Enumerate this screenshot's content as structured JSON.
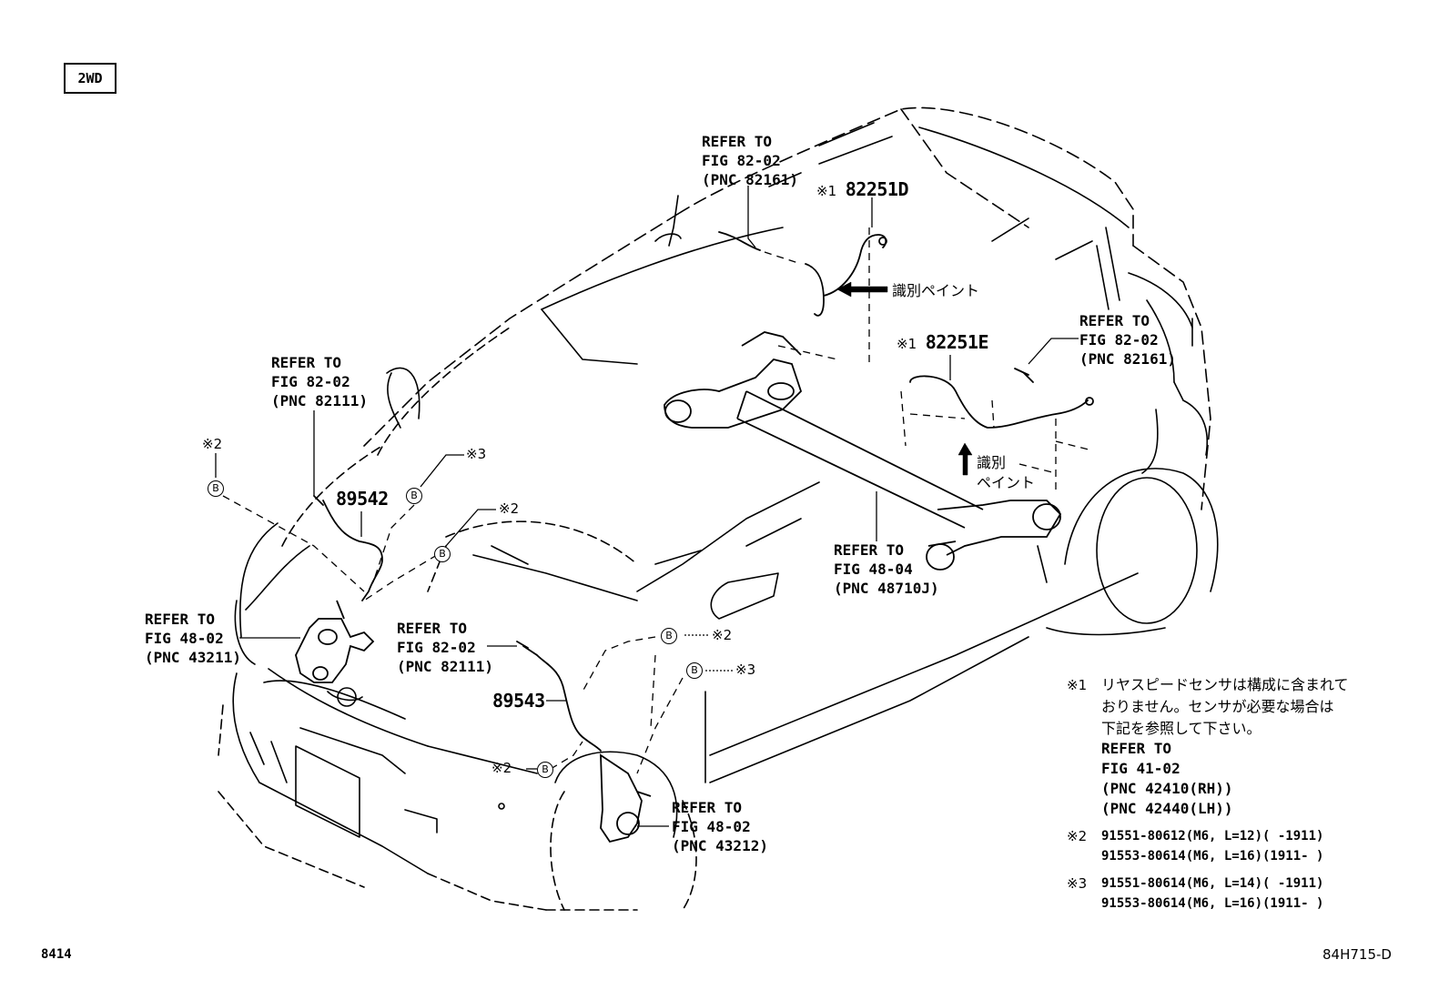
{
  "badge": "2WD",
  "parts": {
    "front_rh_sensor": "89542",
    "front_lh_sensor": "89543",
    "rear_rh_harness": "82251D",
    "rear_lh_harness": "82251E",
    "rear_mark": "※1"
  },
  "identify_paint": {
    "upper": "識別ペイント",
    "lower_line1": "識別",
    "lower_line2": "ペイント"
  },
  "refs": {
    "r82161_top": [
      "REFER TO",
      "FIG 82-02",
      "(PNC 82161)"
    ],
    "r82161_right": [
      "REFER TO",
      "FIG 82-02",
      "(PNC 82161)"
    ],
    "r82111_upper": [
      "REFER TO",
      "FIG 82-02",
      "(PNC 82111)"
    ],
    "r82111_lower": [
      "REFER TO",
      "FIG 82-02",
      "(PNC 82111)"
    ],
    "r43211": [
      "REFER TO",
      "FIG 48-02",
      "(PNC 43211)"
    ],
    "r43212": [
      "REFER TO",
      "FIG 48-02",
      "(PNC 43212)"
    ],
    "r48710": [
      "REFER TO",
      "FIG 48-04",
      "(PNC 48710J)"
    ]
  },
  "bolt_marks": {
    "b": "B",
    "m2": "※2",
    "m3": "※3"
  },
  "notes": {
    "n1_mark": "※1",
    "n1_jp1": "リヤスピードセンサは構成に含まれて",
    "n1_jp2": "おりません。センサが必要な場合は",
    "n1_jp3": "下記を参照して下さい。",
    "n1_ref1": "REFER TO",
    "n1_ref2": "FIG 41-02",
    "n1_ref3": "(PNC 42410(RH))",
    "n1_ref4": "(PNC 42440(LH))",
    "n2_mark": "※2",
    "n2_l1": "91551-80612(M6, L=12)(      -1911)",
    "n2_l2": "91553-80614(M6, L=16)(1911-      )",
    "n3_mark": "※3",
    "n3_l1": "91551-80614(M6, L=14)(      -1911)",
    "n3_l2": "91553-80614(M6, L=16)(1911-      )"
  },
  "footer": {
    "left": "8414",
    "right": "84H715-D"
  }
}
